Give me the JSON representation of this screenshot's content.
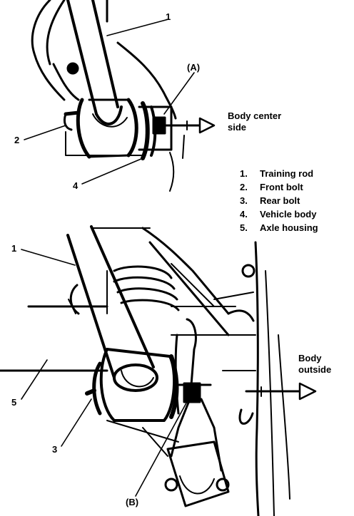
{
  "figure": {
    "upper_view": {
      "callouts": [
        "1",
        "2",
        "4",
        "(A)"
      ],
      "direction_label": "Body center\nside"
    },
    "lower_view": {
      "callouts": [
        "1",
        "5",
        "3",
        "(B)"
      ],
      "direction_label": "Body\noutside"
    },
    "legend": [
      {
        "num": "1.",
        "text": "Training rod"
      },
      {
        "num": "2.",
        "text": "Front bolt"
      },
      {
        "num": "3.",
        "text": "Rear bolt"
      },
      {
        "num": "4.",
        "text": "Vehicle body"
      },
      {
        "num": "5.",
        "text": "Axle housing"
      }
    ]
  }
}
